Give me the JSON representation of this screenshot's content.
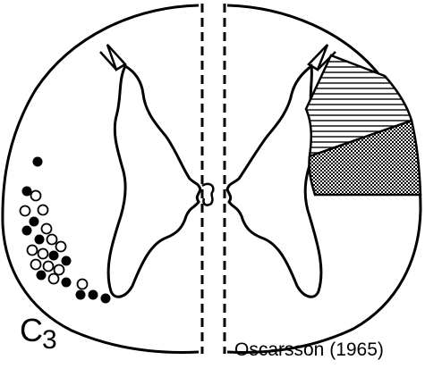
{
  "figure": {
    "segment_label": "C",
    "segment_subscript": "3",
    "citation": "Oscarsson (1965)",
    "colors": {
      "ink": "#000000",
      "background": "#ffffff"
    },
    "legend_patterns": [
      "horizontal-hatch",
      "diagonal-hatch",
      "stipple"
    ],
    "cell_markers": {
      "filled": "filled-circle",
      "open": "open-circle"
    }
  }
}
